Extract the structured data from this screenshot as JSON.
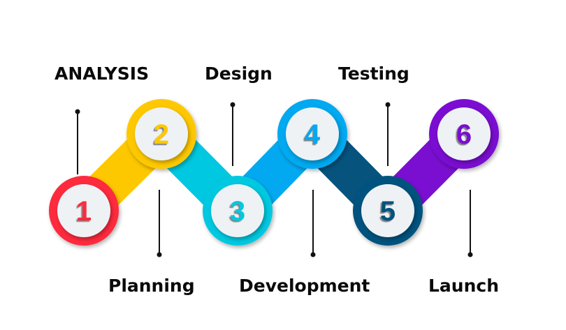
{
  "steps": [
    {
      "number": "1",
      "label": "ANALYSIS",
      "color": "#fe2a3c"
    },
    {
      "number": "2",
      "label": "Planning",
      "color": "#fec800"
    },
    {
      "number": "3",
      "label": "Design",
      "color": "#00c8e0"
    },
    {
      "number": "4",
      "label": "Development",
      "color": "#03a9f0"
    },
    {
      "number": "5",
      "label": "Testing",
      "color": "#06537e"
    },
    {
      "number": "6",
      "label": "Launch",
      "color": "#7a0fd1"
    }
  ]
}
